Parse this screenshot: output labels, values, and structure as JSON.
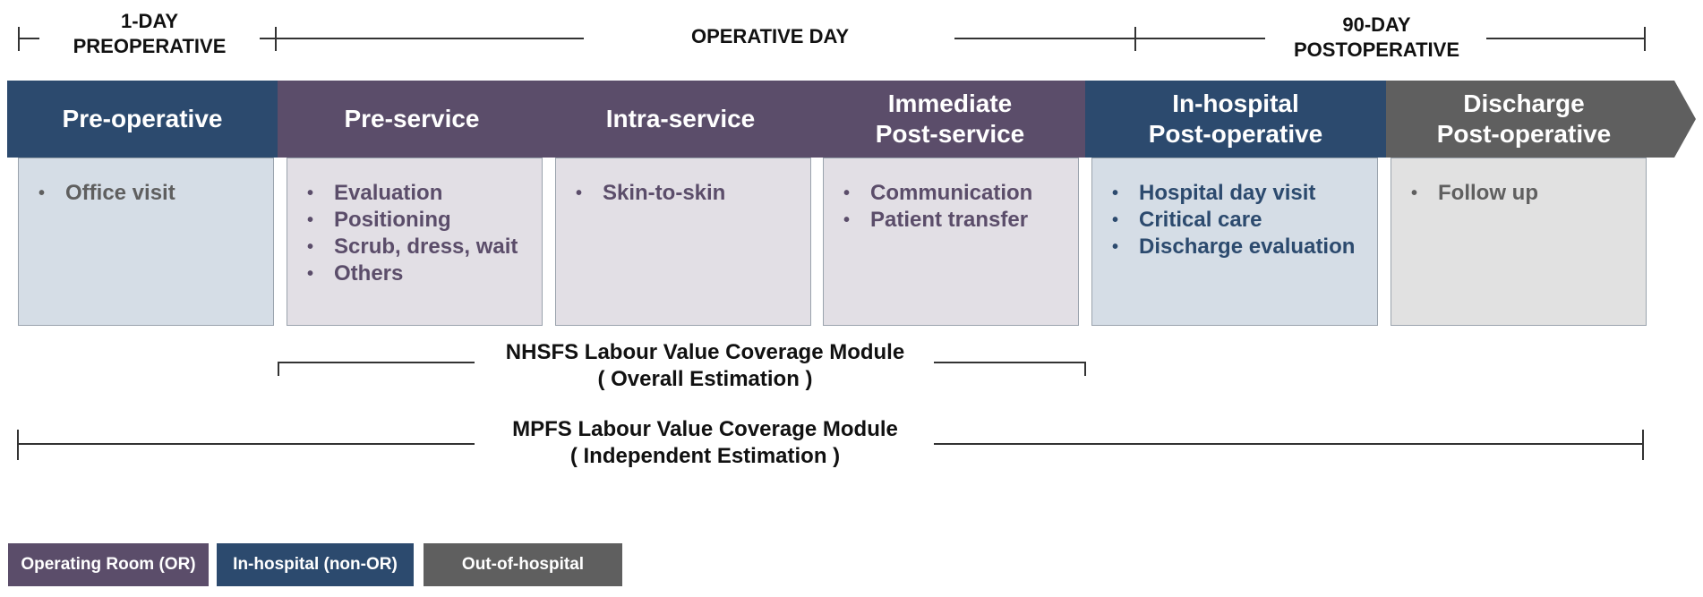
{
  "timeline": {
    "preop_line1": "1-DAY",
    "preop_line2": "PREOPERATIVE",
    "operative": "OPERATIVE DAY",
    "postop_line1": "90-DAY",
    "postop_line2": "POSTOPERATIVE"
  },
  "phases": [
    {
      "line1": "Pre-operative",
      "line2": ""
    },
    {
      "line1": "Pre-service",
      "line2": ""
    },
    {
      "line1": "Intra-service",
      "line2": ""
    },
    {
      "line1": "Immediate",
      "line2": "Post-service"
    },
    {
      "line1": "In-hospital",
      "line2": "Post-operative"
    },
    {
      "line1": "Discharge",
      "line2": "Post-operative"
    }
  ],
  "boxes": [
    {
      "items": [
        "Office visit"
      ]
    },
    {
      "items": [
        "Evaluation",
        "Positioning",
        "Scrub, dress, wait",
        "Others"
      ]
    },
    {
      "items": [
        "Skin-to-skin"
      ]
    },
    {
      "items": [
        "Communication",
        "Patient transfer"
      ]
    },
    {
      "items": [
        "Hospital day visit",
        "Critical care",
        "Discharge evaluation"
      ]
    },
    {
      "items": [
        "Follow up"
      ]
    }
  ],
  "modules": {
    "nhsfs_line1": "NHSFS Labour Value Coverage Module",
    "nhsfs_line2": "( Overall Estimation )",
    "mpfs_line1": "MPFS Labour Value Coverage Module",
    "mpfs_line2": "( Independent Estimation )"
  },
  "legend": [
    {
      "label": "Operating Room (OR)",
      "color": "#5b4d6a"
    },
    {
      "label": "In-hospital (non-OR)",
      "color": "#2c4a6e"
    },
    {
      "label": "Out-of-hospital",
      "color": "#5f5f5f"
    }
  ],
  "colors": {
    "operating_room": "#5b4d6a",
    "in_hospital": "#2c4a6e",
    "out_of_hospital": "#5f5f5f",
    "box_blue": "#d5dde6",
    "box_purple": "#e2dfe5",
    "box_gray": "#e1e1e1"
  }
}
